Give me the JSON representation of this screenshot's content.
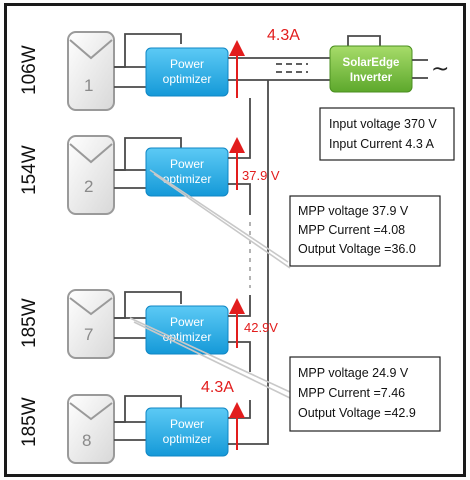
{
  "panels": [
    {
      "number": "1",
      "power": "106W"
    },
    {
      "number": "2",
      "power": "154W"
    },
    {
      "number": "7",
      "power": "185W"
    },
    {
      "number": "8",
      "power": "185W"
    }
  ],
  "optimizer_label_line1": "Power",
  "optimizer_label_line2": "optimizer",
  "inverter": {
    "line1": "SolarEdge",
    "line2": "Inverter",
    "ac_symbol": "~"
  },
  "labels": {
    "current_top": "4.3A",
    "current_bottom": "4.3A",
    "voltage_panel2": "37.9 V",
    "voltage_panel7": "42.9V"
  },
  "info_boxes": {
    "inverter": {
      "line1": "Input voltage 370 V",
      "line2": "Input Current 4.3 A"
    },
    "panel2": {
      "line1": "MPP voltage 37.9 V",
      "line2": "MPP Current =4.08",
      "line3": "Output Voltage =36.0"
    },
    "panel8": {
      "line1": "MPP voltage 24.9 V",
      "line2": "MPP Current =7.46",
      "line3": "Output Voltage =42.9"
    }
  },
  "colors": {
    "optimizer": "#1ea5e4",
    "inverter": "#7cc140",
    "arrow": "#e21d1d",
    "wire": "#4a4a4a"
  }
}
